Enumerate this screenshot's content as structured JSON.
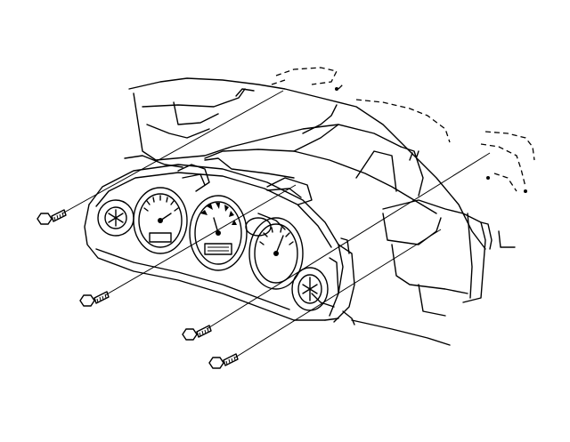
{
  "diagram": {
    "subject": "instrument-cluster-removal",
    "ink_color": "#000000",
    "background_color": "#ffffff",
    "fastener_count": 4,
    "gauges": [
      "tachometer-left-gauge",
      "speedometer-gauge",
      "center-gauge",
      "right-gauge",
      "outer-left-gauge",
      "outer-right-gauge"
    ]
  }
}
